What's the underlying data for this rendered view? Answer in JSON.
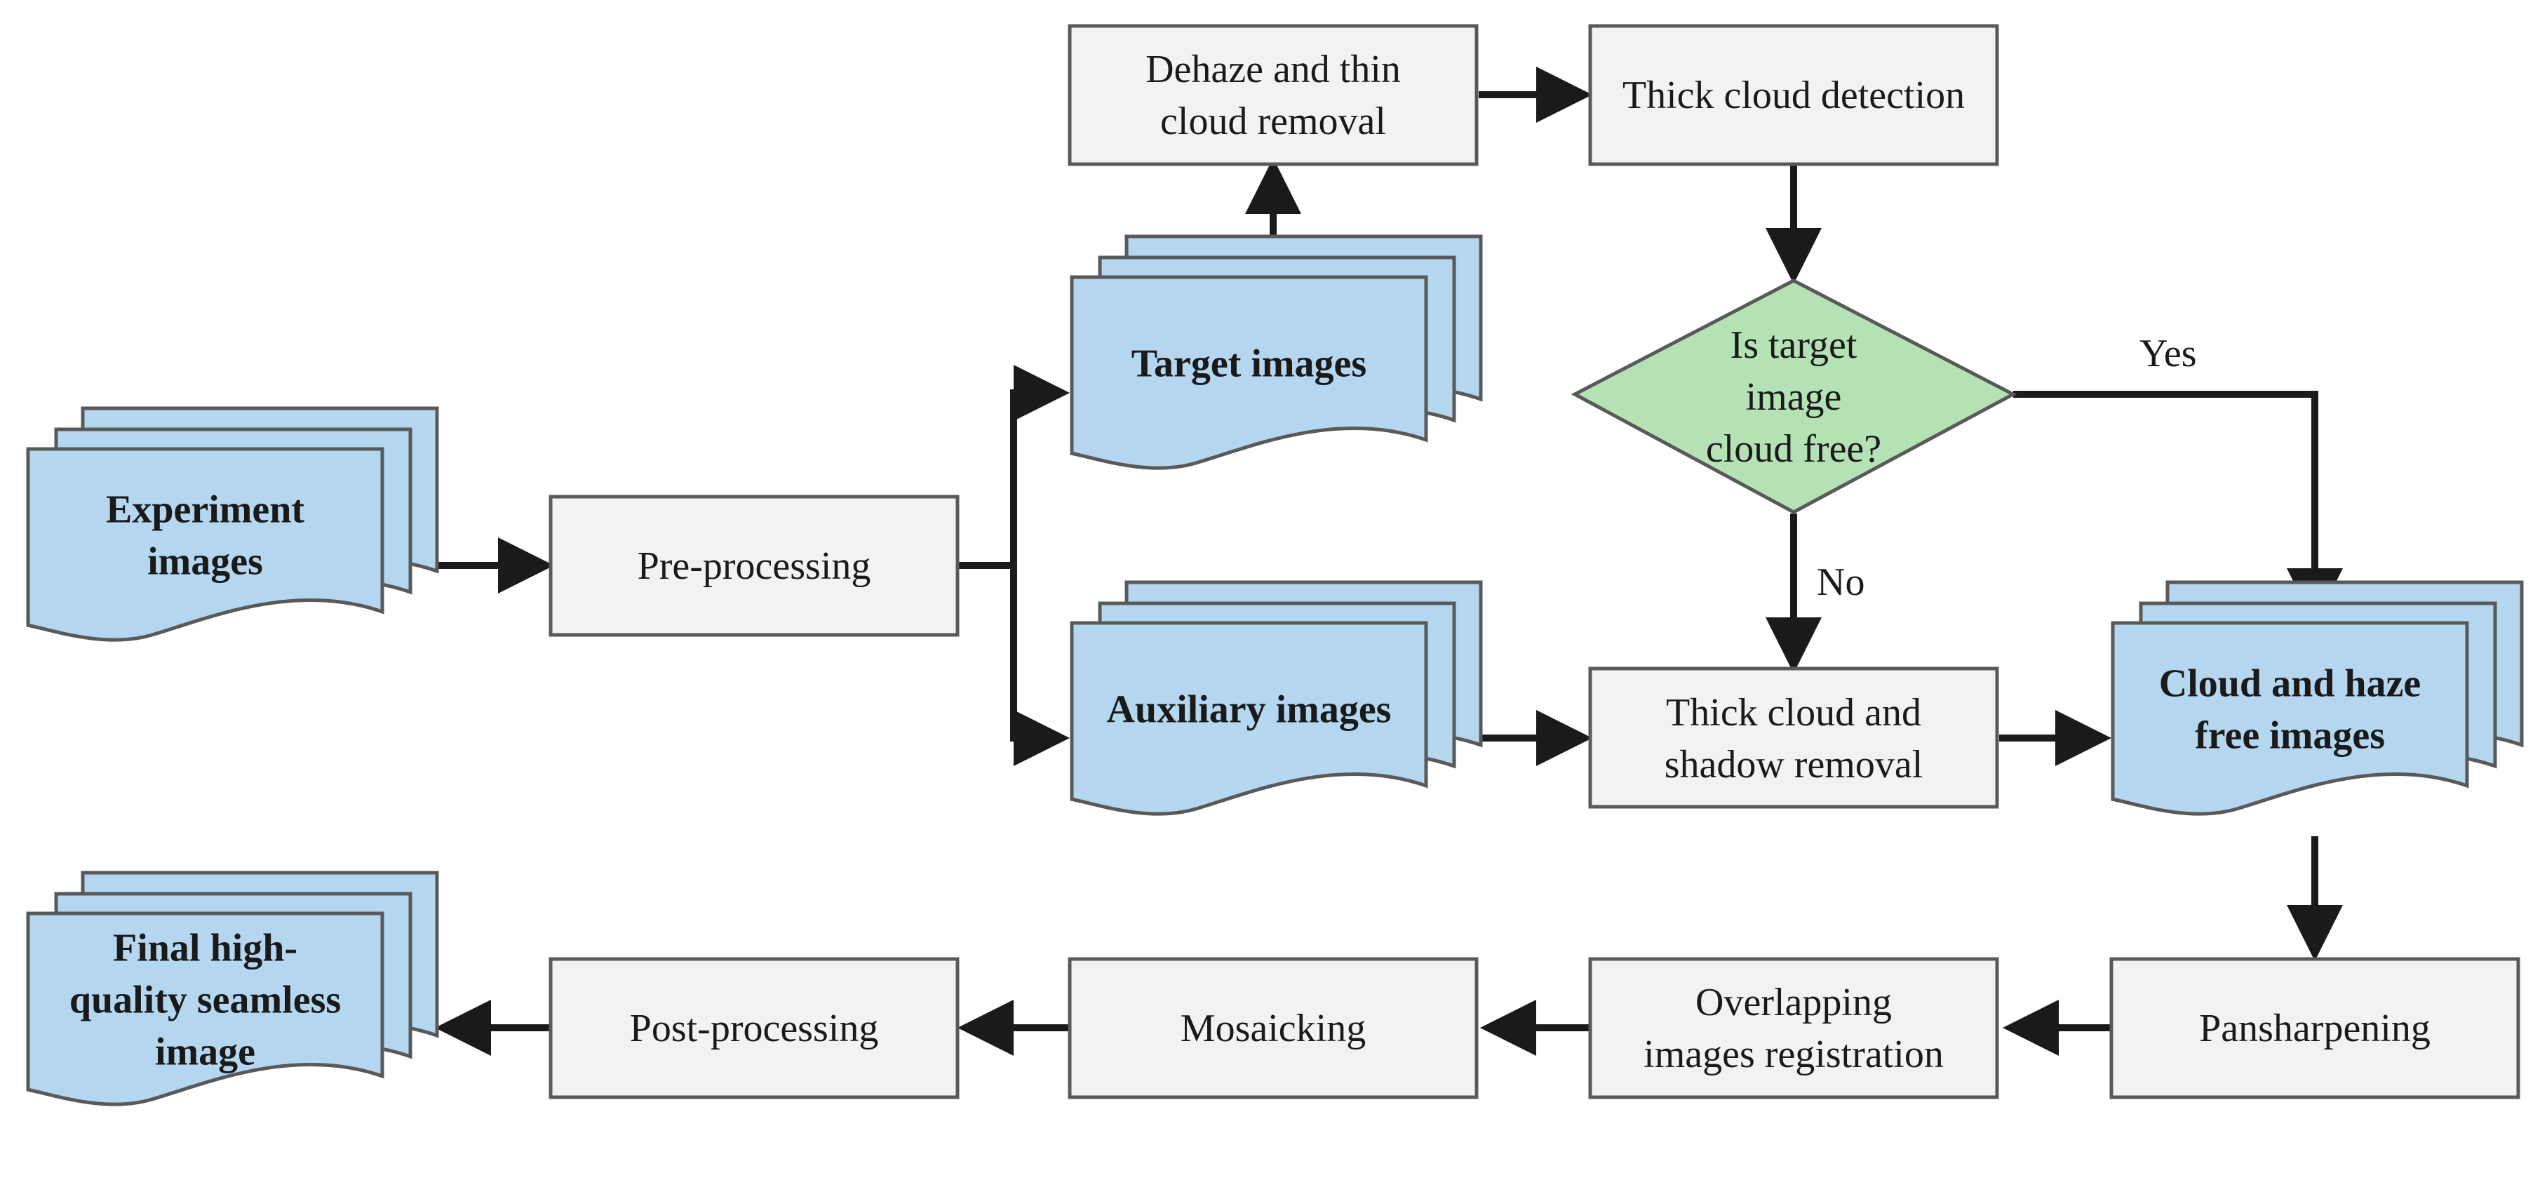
{
  "nodes": {
    "experiment": {
      "lines": [
        "Experiment",
        "images"
      ]
    },
    "preprocessing": {
      "lines": [
        "Pre-processing"
      ]
    },
    "target": {
      "lines": [
        "Target images"
      ]
    },
    "auxiliary": {
      "lines": [
        "Auxiliary images"
      ]
    },
    "dehaze": {
      "lines": [
        "Dehaze and thin",
        "cloud removal"
      ]
    },
    "thick_detection": {
      "lines": [
        "Thick cloud detection"
      ]
    },
    "decision": {
      "lines": [
        "Is target",
        "image",
        "cloud free?"
      ]
    },
    "shadow_removal": {
      "lines": [
        "Thick cloud and",
        "shadow removal"
      ]
    },
    "cloud_free": {
      "lines": [
        "Cloud and haze",
        "free images"
      ]
    },
    "pansharpening": {
      "lines": [
        "Pansharpening"
      ]
    },
    "registration": {
      "lines": [
        "Overlapping",
        "images registration"
      ]
    },
    "mosaicking": {
      "lines": [
        "Mosaicking"
      ]
    },
    "postprocessing": {
      "lines": [
        "Post-processing"
      ]
    },
    "final": {
      "lines": [
        "Final high-",
        "quality seamless",
        "image"
      ]
    }
  },
  "edge_labels": {
    "yes": "Yes",
    "no": "No"
  },
  "colors": {
    "process_fill": "#f2f2f2",
    "document_fill": "#b4d6ef",
    "decision_fill": "#b5e2b4",
    "stroke": "#595959",
    "arrow": "#1a1a1a"
  }
}
